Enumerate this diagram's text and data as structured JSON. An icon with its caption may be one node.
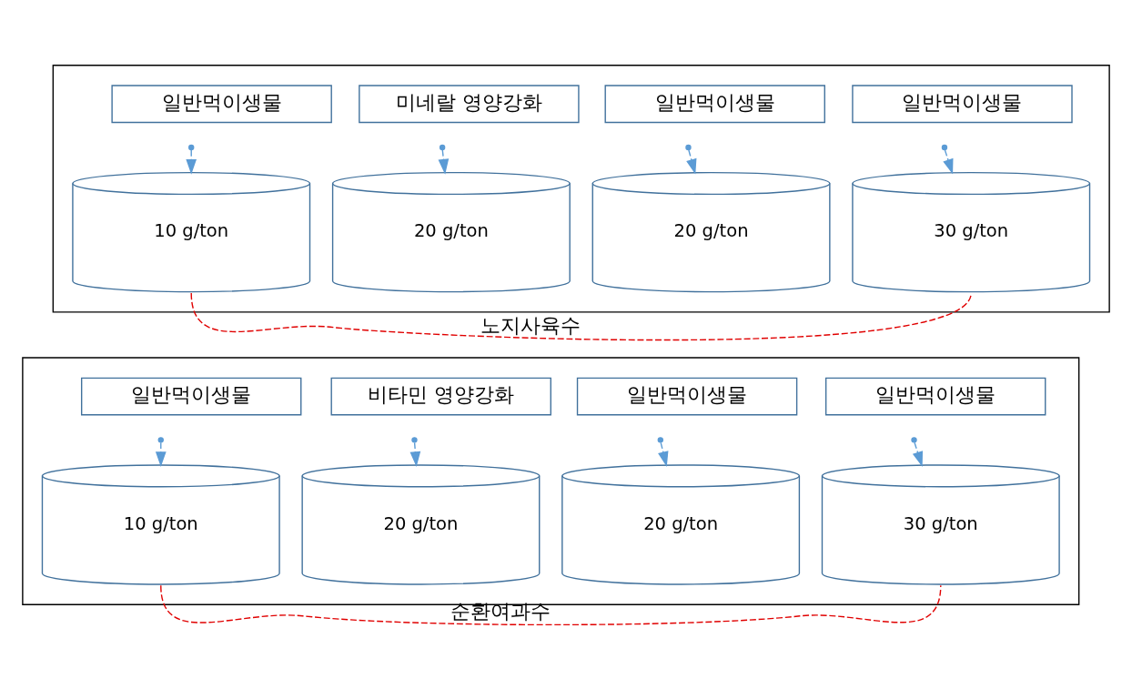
{
  "diagram": {
    "nodes": [
      {
        "text": [],
        "shape": "box"
      },
      {
        "text": [
          "일반먹이생물"
        ],
        "in": 0
      },
      {
        "text": [
          "미네랄 영양강화"
        ],
        "in": 0
      },
      {
        "text": [
          "일반먹이생물"
        ],
        "in": 0
      },
      {
        "text": [
          "일반먹이생물"
        ],
        "in": 0
      },
      {
        "text": [
          "10 g/ton"
        ],
        "in": 0
      },
      {
        "text": [
          "20 g/ton"
        ],
        "in": 0
      },
      {
        "text": [
          "20 g/ton"
        ],
        "in": 0
      },
      {
        "text": [
          "30 g/ton"
        ],
        "in": 0
      },
      {
        "text": [],
        "shape": "box"
      },
      {
        "text": [
          "일반먹이생물"
        ],
        "in": 9
      },
      {
        "text": [
          "비타민 영양강화"
        ],
        "in": 9
      },
      {
        "text": [
          "일반먹이생물"
        ],
        "in": 9
      },
      {
        "text": [
          "일반먹이생물"
        ],
        "in": 9
      },
      {
        "text": [
          "10 g/ton"
        ],
        "in": 9
      },
      {
        "text": [
          "20 g/ton"
        ],
        "in": 9
      },
      {
        "text": [
          "20 g/ton"
        ],
        "in": 9
      },
      {
        "text": [
          "30 g/ton"
        ],
        "in": 9
      }
    ],
    "edges": [
      {
        "from": null,
        "to": 5,
        "arrow": "to",
        "style": "dashed",
        "color": "#5b9bd5"
      },
      {
        "from": null,
        "to": 6,
        "arrow": "to",
        "style": "dashed",
        "color": "#5b9bd5"
      },
      {
        "from": null,
        "to": 7,
        "arrow": "to",
        "style": "dashed",
        "color": "#5b9bd5"
      },
      {
        "from": null,
        "to": 8,
        "arrow": "to",
        "style": "dashed",
        "color": "#5b9bd5"
      },
      {
        "from": 5,
        "to": 8,
        "arrow": "none",
        "style": "dashed",
        "color": "#e00000",
        "label": "노지사육수"
      },
      {
        "from": null,
        "to": 14,
        "arrow": "to",
        "style": "dashed",
        "color": "#5b9bd5"
      },
      {
        "from": null,
        "to": 15,
        "arrow": "to",
        "style": "dashed",
        "color": "#5b9bd5"
      },
      {
        "from": null,
        "to": 16,
        "arrow": "to",
        "style": "dashed",
        "color": "#5b9bd5"
      },
      {
        "from": null,
        "to": 17,
        "arrow": "to",
        "style": "dashed",
        "color": "#5b9bd5"
      },
      {
        "from": 14,
        "to": 17,
        "arrow": "none",
        "style": "dashed",
        "color": "#e00000",
        "label": "순환여과수"
      }
    ]
  }
}
